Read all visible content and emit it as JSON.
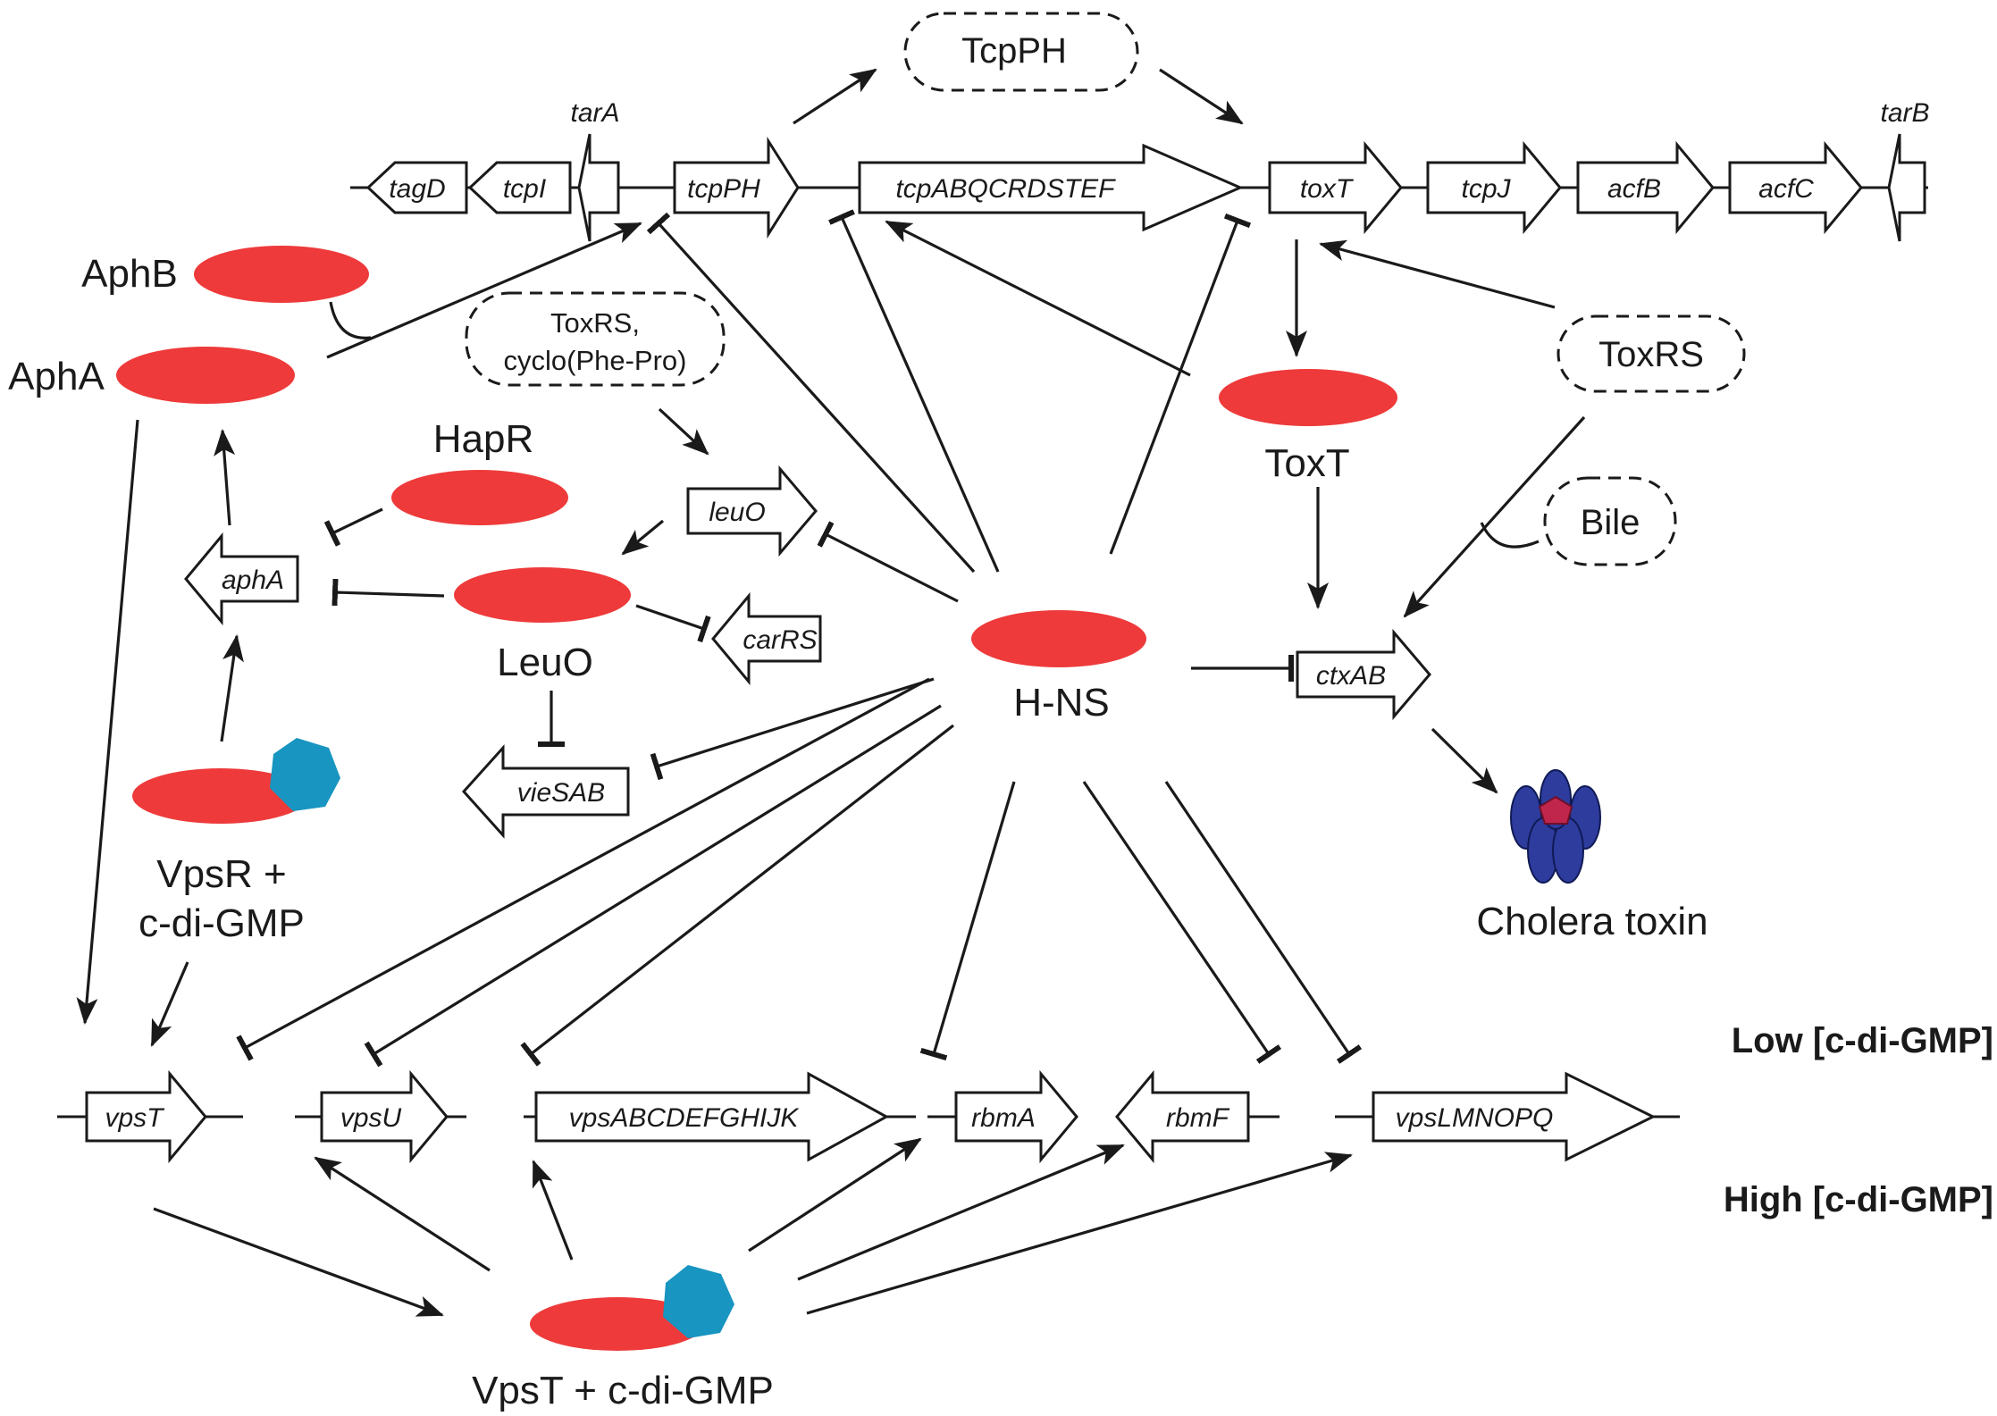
{
  "genes": {
    "tagD": "tagD",
    "tcpI": "tcpI",
    "tarA": "tarA",
    "tcpPH": "tcpPH",
    "tcpABQCRDSTEF": "tcpABQCRDSTEF",
    "toxT": "toxT",
    "tcpJ": "tcpJ",
    "acfB": "acfB",
    "acfC": "acfC",
    "tarB": "tarB",
    "leuO": "leuO",
    "aphA": "aphA",
    "carRS": "carRS",
    "vieSAB": "vieSAB",
    "ctxAB": "ctxAB",
    "vpsT": "vpsT",
    "vpsU": "vpsU",
    "vpsABCDEFGHIJK": "vpsABCDEFGHIJK",
    "rbmA": "rbmA",
    "rbmF": "rbmF",
    "vpsLMNOPQ": "vpsLMNOPQ"
  },
  "proteins": {
    "AphB": "AphB",
    "AphA": "AphA",
    "HapR": "HapR",
    "LeuO": "LeuO",
    "ToxT": "ToxT",
    "HNS": "H-NS",
    "VpsR_line1": "VpsR +",
    "VpsR_line2": "c-di-GMP",
    "VpsT": "VpsT + c-di-GMP"
  },
  "signals": {
    "TcpPH": "TcpPH",
    "ToxRS_cyclo_line1": "ToxRS,",
    "ToxRS_cyclo_line2": "cyclo(Phe-Pro)",
    "ToxRS": "ToxRS",
    "Bile": "Bile"
  },
  "product": {
    "cholera_toxin": "Cholera toxin"
  },
  "conditions": {
    "low": "Low [c-di-GMP]",
    "high": "High [c-di-GMP]"
  },
  "colors": {
    "protein": "#ee3a3a",
    "ligand": "#1895c0",
    "toxin_subunit": "#2e3c9e",
    "toxin_core": "#c0264c",
    "ink": "#1a1a1a"
  }
}
